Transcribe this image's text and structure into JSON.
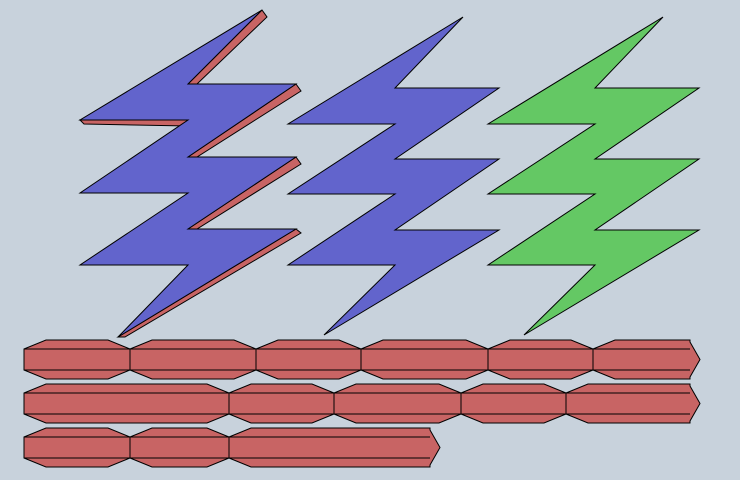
{
  "background_color": "#c8d2dc",
  "colors": {
    "blue_face": "#6264cc",
    "red_side": "#c86464",
    "green_face": "#64c864",
    "bar_fill": "#c86464",
    "outline": "#000000"
  },
  "shapes": [
    {
      "kind": "lightning-bolt",
      "color": "blue",
      "extruded": true
    },
    {
      "kind": "lightning-bolt",
      "color": "blue",
      "extruded": false
    },
    {
      "kind": "lightning-bolt",
      "color": "green",
      "extruded": false
    }
  ],
  "bar_rows": [
    {
      "segments": 6,
      "ends_with_arrow": true
    },
    {
      "segments": 5,
      "ends_with_arrow": true
    },
    {
      "segments": 3,
      "ends_with_arrow": true
    }
  ]
}
